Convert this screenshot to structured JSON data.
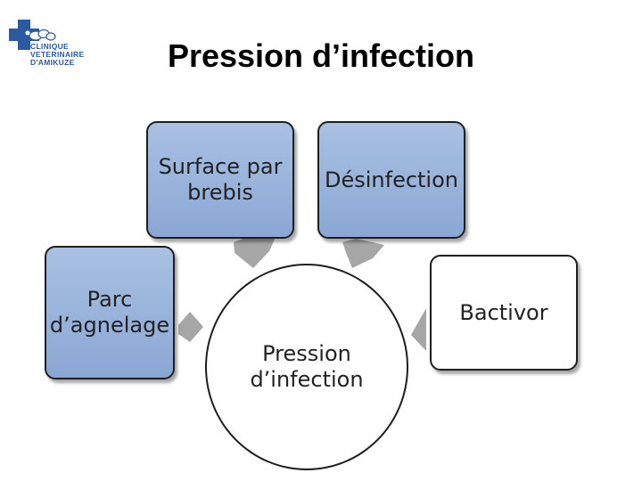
{
  "logo": {
    "line1": "CLINIQUE",
    "line2": "VETERINAIRE",
    "line3": "D'AMIKUZE",
    "icon": "blue-cross-with-sheep-icon",
    "color": "#2c5aa0"
  },
  "title": "Pression d’infection",
  "diagram": {
    "center": "Pression d’infection",
    "nodes": {
      "surface": "Surface par brebis",
      "desinfection": "Désinfection",
      "parc": "Parc d’agnelage",
      "bactivor": "Bactivor"
    },
    "colors": {
      "blue_fill": "#98b3dc",
      "white_fill": "#ffffff",
      "arrow": "#a6a6a6",
      "border": "#1e1e1e"
    }
  }
}
